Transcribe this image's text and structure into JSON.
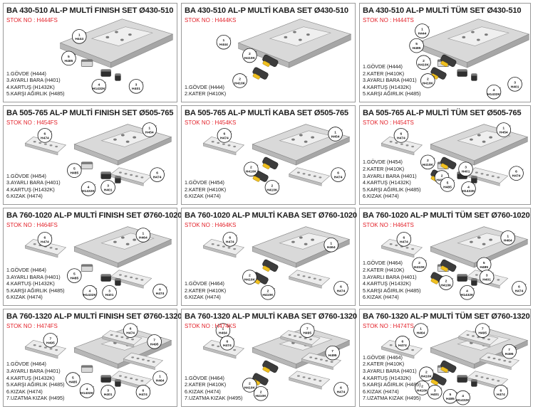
{
  "panels": [
    {
      "title": "BA 430-510 AL-P MULTİ FINISH SET Ø430-510",
      "stok": "STOK NO : H444FS",
      "parts": [
        "1.GÖVDE (H444)",
        "3.AYARLI BARA (H401)",
        "4.KARTUŞ (H1432K)",
        "5.KARŞI AĞIRLIK (H485)"
      ],
      "callouts": [
        [
          "1",
          "H444"
        ],
        [
          "5",
          "H485"
        ],
        [
          "4",
          "H1432K"
        ],
        [
          "3",
          "H401"
        ]
      ]
    },
    {
      "title": "BA 430-510 AL-P MULTİ KABA SET Ø430-510",
      "stok": "STOK NO : H444KS",
      "parts": [
        "1.GÖVDE (H444)",
        "2.KATER (H410K)"
      ],
      "callouts": [
        [
          "1",
          "H444"
        ],
        [
          "2",
          "H410K"
        ],
        [
          "2",
          "H410K"
        ]
      ]
    },
    {
      "title": "BA 430-510 AL-P MULTİ TÜM SET Ø430-510",
      "stok": "STOK NO : H444TS",
      "parts": [
        "1.GÖVDE (H444)",
        "2.KATER (H410K)",
        "3.AYARLI BARA (H401)",
        "4.KARTUŞ (H1432K)",
        "5.KARŞI AĞIRLIK (H485)"
      ],
      "callouts": [
        [
          "1",
          "H444"
        ],
        [
          "5",
          "H485"
        ],
        [
          "2",
          "H410K"
        ],
        [
          "2",
          "H410K"
        ],
        [
          "4",
          "H1432K"
        ],
        [
          "3",
          "H401"
        ]
      ]
    },
    {
      "title": "BA 505-765  AL-P MULTİ FINISH SET Ø505-765",
      "stok": "STOK NO : H454FS",
      "parts": [
        "1.GÖVDE (H454)",
        "3.AYARLI BARA (H401)",
        "4.KARTUŞ (H1432K)",
        "6.KIZAK (H474)"
      ],
      "callouts": [
        [
          "6",
          "H474"
        ],
        [
          "1",
          "H454"
        ],
        [
          "5",
          "H485"
        ],
        [
          "4",
          "H1432K"
        ],
        [
          "3",
          "H401"
        ],
        [
          "6",
          "H474"
        ]
      ]
    },
    {
      "title": "BA 505-765  AL-P MULTİ KABA SET Ø505-765",
      "stok": "STOK NO : H454KS",
      "parts": [
        "1.GÖVDE (H454)",
        "2.KATER (H410K)",
        "6.KIZAK (H474)"
      ],
      "callouts": [
        [
          "6",
          "H474"
        ],
        [
          "1",
          "H454"
        ],
        [
          "2",
          "H410K"
        ],
        [
          "2",
          "H410K"
        ],
        [
          "6",
          "H474"
        ]
      ]
    },
    {
      "title": "BA 505-765  AL-P MULTİ TÜM SET Ø505-765",
      "stok": "STOK NO : H454TS",
      "parts": [
        "1.GÖVDE (H454)",
        "2.KATER (H410K)",
        "3.AYARLI BARA (H401)",
        "4.KARTUŞ (H1432K)",
        "5.KARŞI AĞIRLIK (H485)",
        "6.KIZAK (H474)"
      ],
      "callouts": [
        [
          "6",
          "H474"
        ],
        [
          "1",
          "H454"
        ],
        [
          "2",
          "H410K"
        ],
        [
          "2",
          "H410K"
        ],
        [
          "3",
          "H401"
        ],
        [
          "5",
          "H485"
        ],
        [
          "4",
          "H1432K"
        ],
        [
          "6",
          "H474"
        ]
      ]
    },
    {
      "title": "BA 760-1020  AL-P MULTİ FINISH SET Ø760-1020",
      "stok": "STOK NO : H464FS",
      "parts": [
        "1.GÖVDE (H464)",
        "3.AYARLI BARA (H401)",
        "4.KARTUŞ (H1432K)",
        "5.KARŞI AĞIRLIK (H485)",
        "6.KIZAK (H474)"
      ],
      "callouts": [
        [
          "6",
          "H474"
        ],
        [
          "1",
          "H464"
        ],
        [
          "5",
          "H485"
        ],
        [
          "4",
          "H1432K"
        ],
        [
          "3",
          "H401"
        ],
        [
          "6",
          "H474"
        ]
      ]
    },
    {
      "title": "BA 760-1020  AL-P MULTİ KABA SET Ø760-1020",
      "stok": "STOK NO : H464KS",
      "parts": [
        "1.GÖVDE (H464)",
        "2.KATER (H410K)",
        "6.KIZAK (H474)"
      ],
      "callouts": [
        [
          "6",
          "H474"
        ],
        [
          "1",
          "H464"
        ],
        [
          "2",
          "H410K"
        ],
        [
          "2",
          "H410K"
        ],
        [
          "6",
          "H474"
        ]
      ]
    },
    {
      "title": "BA 760-1020  AL-P MULTİ TÜM SET Ø760-1020",
      "stok": "STOK NO : H464TS",
      "parts": [
        "1.GÖVDE (H464)",
        "2.KATER (H410K)",
        "3.AYARLI BARA (H401)",
        "4.KARTUŞ (H1432K)",
        "5.KARŞI AĞIRLIK (H485)",
        "6.KIZAK (H474)"
      ],
      "callouts": [
        [
          "6",
          "H474"
        ],
        [
          "1",
          "H464"
        ],
        [
          "2",
          "H410K"
        ],
        [
          "2",
          "H410K"
        ],
        [
          "5",
          "H485"
        ],
        [
          "3",
          "H401"
        ],
        [
          "4",
          "H1432K"
        ],
        [
          "6",
          "H474"
        ]
      ]
    },
    {
      "title": "BA 760-1320  AL-P MULTİ FINISH SET Ø760-1320",
      "stok": "STOK NO : H474FS",
      "parts": [
        "1.GÖVDE (H464)",
        "3.AYARLI BARA (H401)",
        "4.KARTUŞ (H1432K)",
        "5.KARŞI AĞIRLIK (H485)",
        "6.KIZAK (H474)",
        "7.UZATMA KIZAK (H495)"
      ],
      "callouts": [
        [
          "7",
          "H495"
        ],
        [
          "6",
          "H474"
        ],
        [
          "7",
          "H495"
        ],
        [
          "1",
          "H464"
        ],
        [
          "5",
          "H485"
        ],
        [
          "4",
          "H1432K"
        ],
        [
          "3",
          "H401"
        ],
        [
          "6",
          "H474"
        ]
      ]
    },
    {
      "title": "BA 760-1320  AL-P MULTİ KABA SET Ø760-1320",
      "stok": "STOK NO : H474KS",
      "parts": [
        "1.GÖVDE (H464)",
        "2.KATER (H410K)",
        "6.KIZAK (H474)",
        "7.UZATMA KIZAK (H495)"
      ],
      "callouts": [
        [
          "1",
          "H464"
        ],
        [
          "7",
          "H495"
        ],
        [
          "6",
          "H474"
        ],
        [
          "7",
          "H495"
        ],
        [
          "2",
          "H410K"
        ],
        [
          "2",
          "H410K"
        ],
        [
          "6",
          "H474"
        ]
      ]
    },
    {
      "title": "BA 760-1320  AL-P MULTİ TÜM SET Ø760-1320",
      "stok": "STOK NO : H474TS",
      "parts": [
        "1.GÖVDE (H464)",
        "2.KATER (H410K)",
        "3.AYARLI BARA (H401)",
        "4.KARTUŞ (H1432K)",
        "5.KARŞI AĞIRLIK (H485)",
        "6.KIZAK (H474)",
        "7.UZATMA KIZAK (H495)"
      ],
      "callouts": [
        [
          "1",
          "H464"
        ],
        [
          "7",
          "H495"
        ],
        [
          "6",
          "H474"
        ],
        [
          "7",
          "H495"
        ],
        [
          "2",
          "H410K"
        ],
        [
          "2",
          "H410K"
        ],
        [
          "3",
          "H401"
        ],
        [
          "5",
          "H485"
        ],
        [
          "4",
          "H1432K"
        ],
        [
          "6",
          "H474"
        ]
      ]
    }
  ]
}
